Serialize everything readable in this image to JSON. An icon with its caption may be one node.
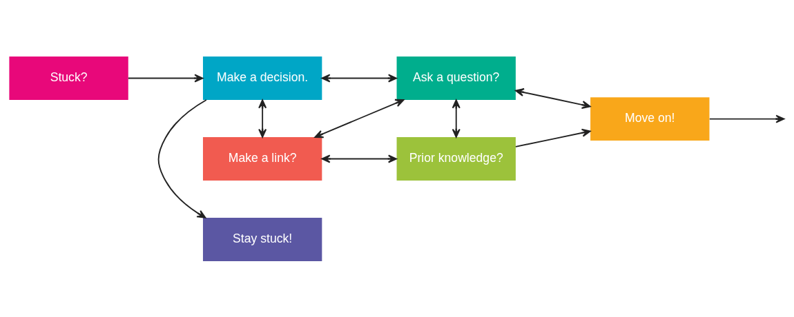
{
  "diagram": {
    "nodes": [
      {
        "text": [
          "Stuck?"
        ]
      },
      {
        "text": [
          "Stay stuck!"
        ]
      },
      {
        "text": [
          "Make a decision."
        ]
      },
      {
        "text": [
          "Make a link?"
        ]
      },
      {
        "text": [
          "Ask a question?"
        ]
      },
      {
        "text": [
          "Prior knowledge?"
        ]
      },
      {
        "text": [
          "Move on!"
        ]
      }
    ],
    "edges": [
      {
        "from": 0,
        "to": 2,
        "arrow": "to"
      },
      {
        "from": 2,
        "to": 1,
        "arrow": "to"
      },
      {
        "from": 2,
        "to": 4,
        "arrow": "both"
      },
      {
        "from": 4,
        "to": 6,
        "arrow": "both"
      },
      {
        "from": 6,
        "to": null,
        "arrow": "to"
      },
      {
        "from": 2,
        "to": 3,
        "arrow": "both"
      },
      {
        "from": 3,
        "to": 4,
        "arrow": "both"
      },
      {
        "from": 4,
        "to": 5,
        "arrow": "both"
      },
      {
        "from": 3,
        "to": 5,
        "arrow": "both"
      },
      {
        "from": 5,
        "to": 6,
        "arrow": "to"
      }
    ]
  }
}
